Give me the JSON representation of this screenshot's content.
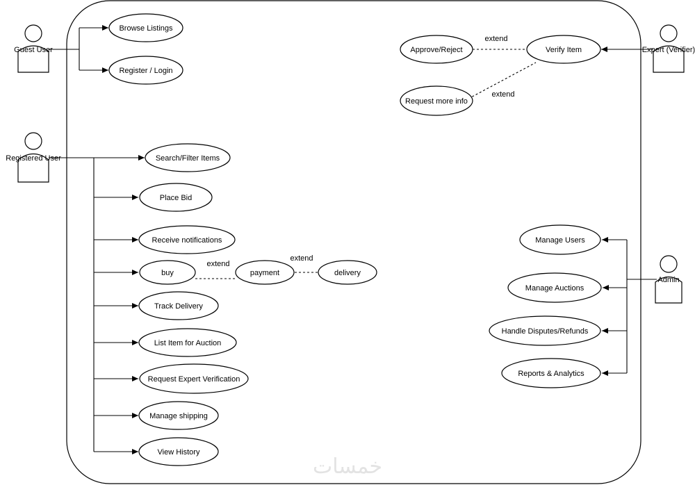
{
  "actors": {
    "guest": "Guest User",
    "registered": "Registered User",
    "expert": "Expert (Verifier)",
    "admin": "Admin"
  },
  "use_cases": {
    "browse_listings": "Browse Listings",
    "register_login": "Register / Login",
    "approve_reject": "Approve/Reject",
    "verify_item": "Verify Item",
    "request_more_info": "Request more info",
    "search_filter": "Search/Filter Items",
    "place_bid": "Place Bid",
    "receive_notifications": "Receive notifications",
    "buy": "buy",
    "payment": "payment",
    "delivery": "delivery",
    "track_delivery": "Track Delivery",
    "list_item": "List Item for Auction",
    "request_verification": "Request Expert Verification",
    "manage_shipping": "Manage shipping",
    "view_history": "View History",
    "manage_users": "Manage Users",
    "manage_auctions": "Manage Auctions",
    "handle_disputes": "Handle Disputes/Refunds",
    "reports_analytics": "Reports & Analytics"
  },
  "relations": {
    "extend_approve": "extend",
    "extend_request_info": "extend",
    "extend_buy_payment": "extend",
    "extend_payment_delivery": "extend"
  },
  "watermark": "خمسات"
}
